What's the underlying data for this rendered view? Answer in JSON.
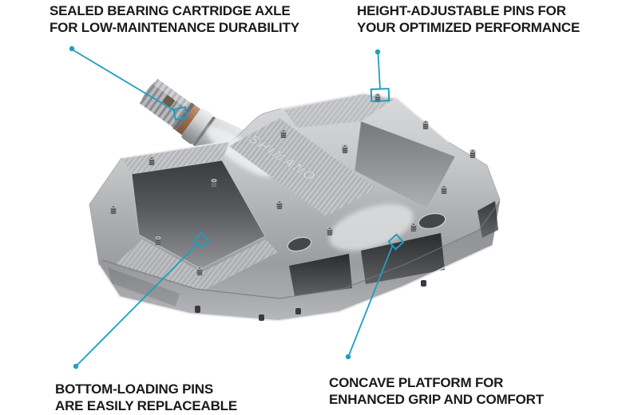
{
  "colors": {
    "background": "#ffffff",
    "accent": "#1f9ec2",
    "text": "#1a1a1a",
    "pedal_silver": "#b3b4b7",
    "seal_copper": "#9c6b4d"
  },
  "pedal": {
    "brand_label": "SHIMANO"
  },
  "annotations": {
    "sealed_bearing": {
      "line1": "SEALED BEARING CARTRIDGE AXLE",
      "line2": "FOR LOW-MAINTENANCE DURABILITY"
    },
    "height_adjustable_pins": {
      "line1": "HEIGHT-ADJUSTABLE PINS FOR",
      "line2": "YOUR OPTIMIZED PERFORMANCE"
    },
    "bottom_loading_pins": {
      "line1": "BOTTOM-LOADING PINS",
      "line2": "ARE EASILY REPLACEABLE"
    },
    "concave_platform": {
      "line1": "CONCAVE PLATFORM FOR",
      "line2": "ENHANCED GRIP AND COMFORT"
    }
  }
}
